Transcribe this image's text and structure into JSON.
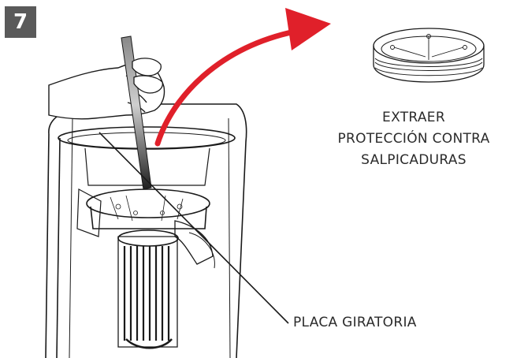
{
  "step": {
    "number": "7",
    "badge_color": "#5a5a5a"
  },
  "labels": {
    "remove_line1": "EXTRAER",
    "remove_line2": "PROTECCIÓN CONTRA",
    "remove_line3": "SALPICADURAS",
    "turntable": "PLACA GIRATORIA"
  },
  "colors": {
    "arrow": "#e0202a",
    "line": "#1a1a1a",
    "text": "#2b2b2b"
  },
  "icons": [
    "hand-icon",
    "tool-icon",
    "garbage-disposer-icon",
    "splash-guard-icon",
    "curved-arrow-icon"
  ]
}
